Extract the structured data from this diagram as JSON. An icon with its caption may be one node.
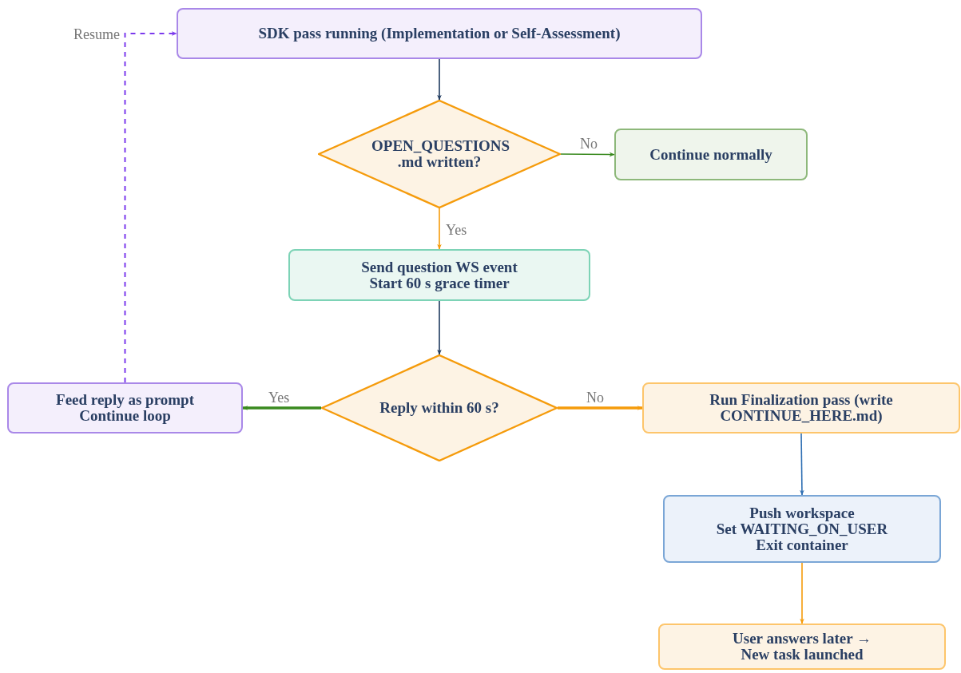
{
  "diagram": {
    "nodes": [
      {
        "text": [
          "SDK pass running (Implementation or Self-Assessment)"
        ]
      },
      {
        "text": [
          "OPEN_QUESTIONS .md written?"
        ]
      },
      {
        "text": [
          "Continue normally"
        ]
      },
      {
        "text": [
          "Send question WS event",
          "Start 60 s grace timer"
        ]
      },
      {
        "text": [
          "Reply within 60 s?"
        ]
      },
      {
        "text": [
          "Feed reply as prompt",
          "Continue loop"
        ]
      },
      {
        "text": [
          "Run Finalization pass (write CONTINUE_HERE.md)"
        ]
      },
      {
        "text": [
          "Push workspace",
          "Set WAITING_ON_USER",
          "Exit container"
        ]
      },
      {
        "text": [
          "User answers later →",
          "New task launched"
        ]
      }
    ],
    "edges": [
      {
        "from": 0,
        "to": 1,
        "arrow": "to",
        "color": "#1f3a5f"
      },
      {
        "from": 1,
        "to": 2,
        "arrow": "to",
        "label": "No",
        "color": "#3a8a1f"
      },
      {
        "from": 1,
        "to": 3,
        "arrow": "to",
        "label": "Yes",
        "color": "#f59b0b"
      },
      {
        "from": 3,
        "to": 4,
        "arrow": "to",
        "color": "#1f3a5f"
      },
      {
        "from": 4,
        "to": 5,
        "arrow": "to",
        "label": "Yes",
        "color": "#3a8a1f",
        "style": "thick"
      },
      {
        "from": 4,
        "to": 6,
        "arrow": "to",
        "label": "No",
        "color": "#f59b0b",
        "style": "thick"
      },
      {
        "from": 6,
        "to": 7,
        "arrow": "to",
        "color": "#2f6fb3"
      },
      {
        "from": 7,
        "to": 8,
        "arrow": "to",
        "color": "#f59b0b"
      },
      {
        "from": 5,
        "to": 0,
        "arrow": "to",
        "label": "Resume",
        "style": "dashed",
        "color": "#7c3aed"
      }
    ]
  }
}
